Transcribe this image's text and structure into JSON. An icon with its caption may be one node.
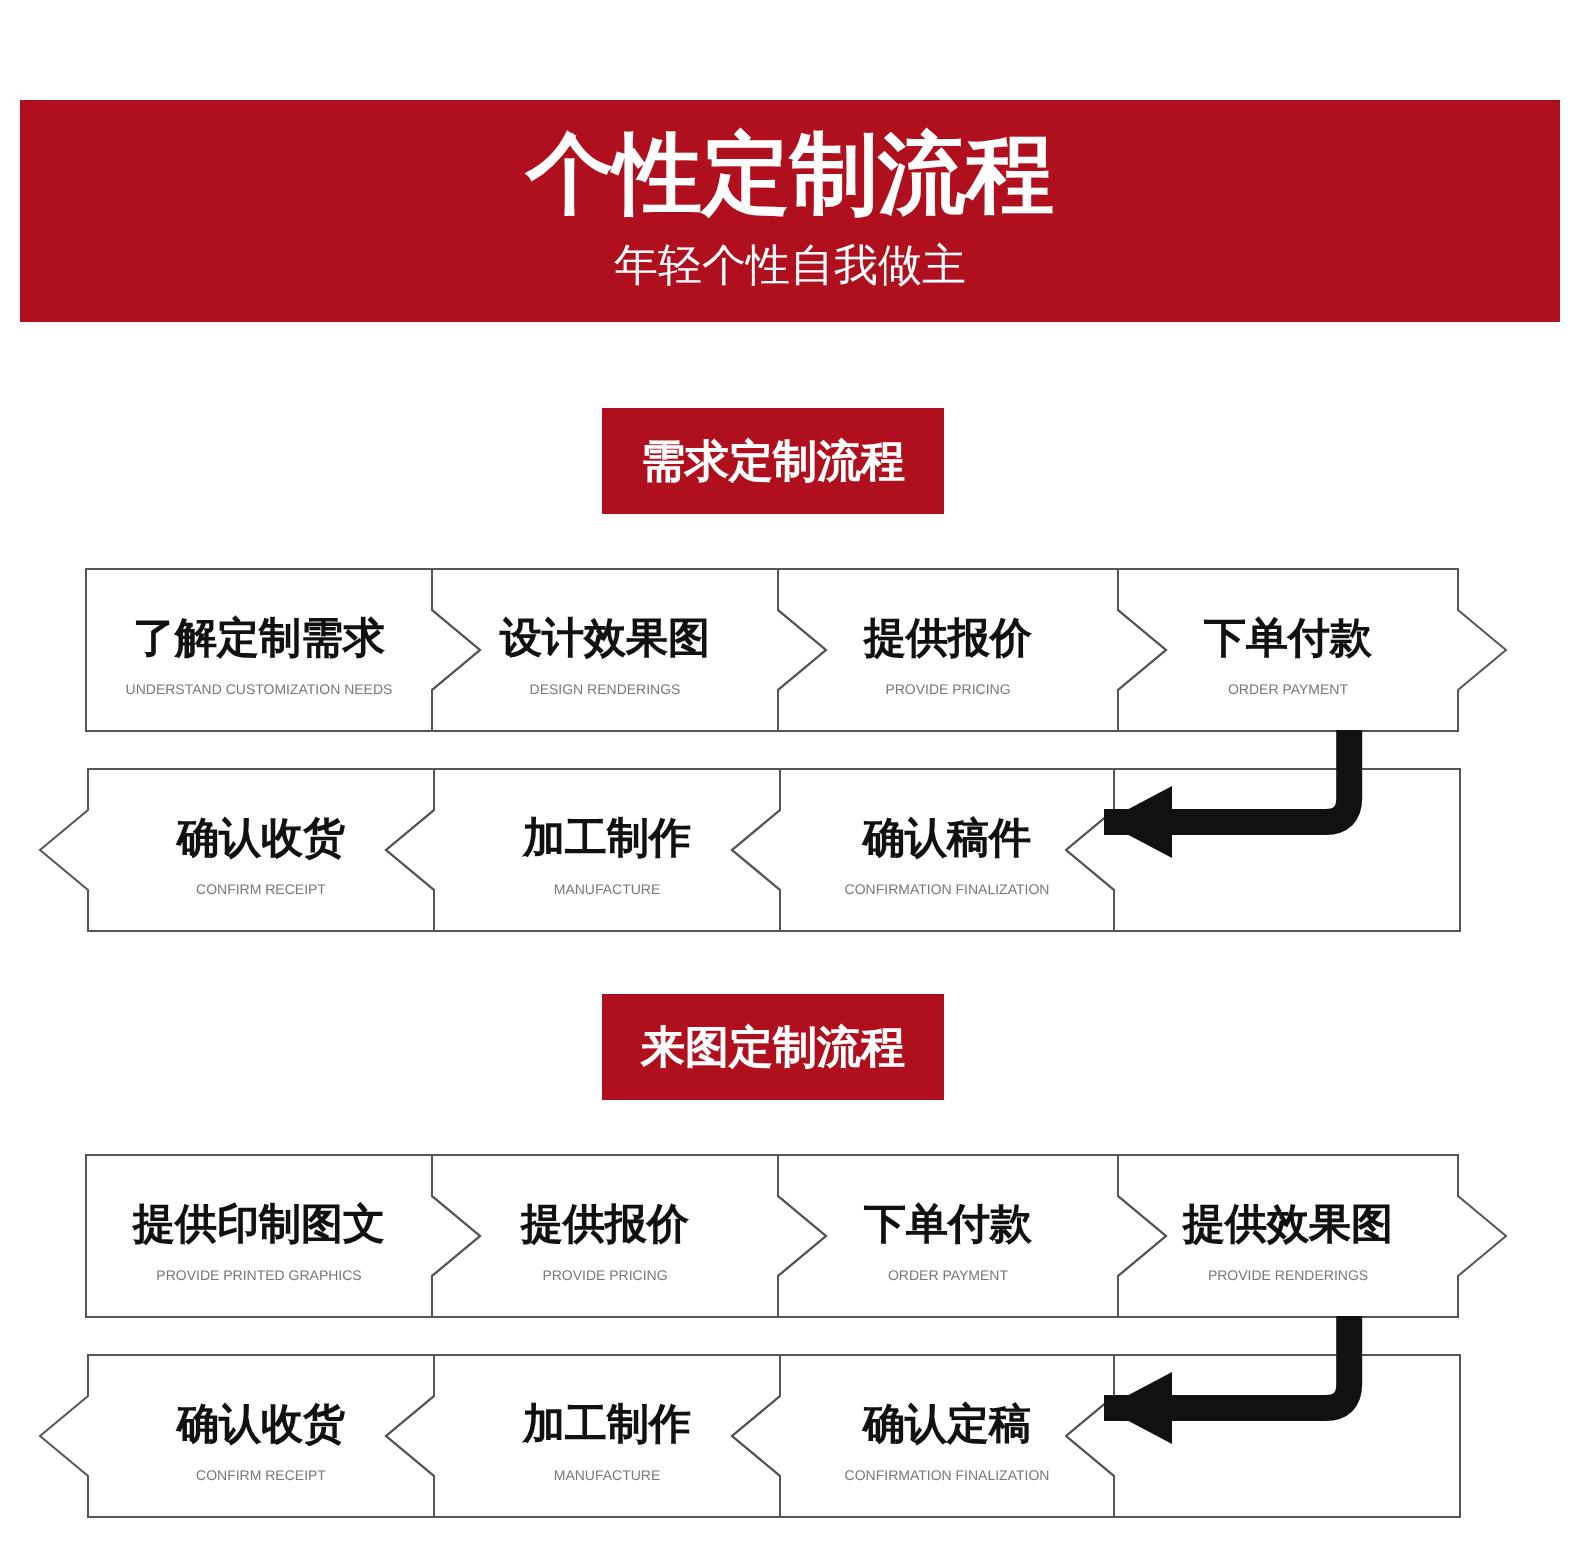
{
  "diagram": {
    "nodes": [
      {
        "text": [
          "个性定制流程",
          "年轻个性自我做主"
        ]
      },
      {
        "text": [
          "需求定制流程"
        ]
      },
      {
        "text": [
          "了解定制需求",
          "UNDERSTAND CUSTOMIZATION NEEDS"
        ]
      },
      {
        "text": [
          "设计效果图",
          "DESIGN RENDERINGS"
        ]
      },
      {
        "text": [
          "提供报价",
          "PROVIDE PRICING"
        ]
      },
      {
        "text": [
          "下单付款",
          "ORDER PAYMENT"
        ]
      },
      {
        "text": [
          "确认收货",
          "CONFIRM RECEIPT"
        ]
      },
      {
        "text": [
          "加工制作",
          "MANUFACTURE"
        ]
      },
      {
        "text": [
          "确认稿件",
          "CONFIRMATION FINALIZATION"
        ]
      },
      {
        "text": [
          "来图定制流程"
        ]
      },
      {
        "text": [
          "提供印制图文",
          "PROVIDE PRINTED GRAPHICS"
        ]
      },
      {
        "text": [
          "提供报价",
          "PROVIDE PRICING"
        ]
      },
      {
        "text": [
          "下单付款",
          "ORDER PAYMENT"
        ]
      },
      {
        "text": [
          "提供效果图",
          "PROVIDE RENDERINGS"
        ]
      },
      {
        "text": [
          "确认收货",
          "CONFIRM RECEIPT"
        ]
      },
      {
        "text": [
          "加工制作",
          "MANUFACTURE"
        ]
      },
      {
        "text": [
          "确认定稿",
          "CONFIRMATION FINALIZATION"
        ]
      }
    ],
    "edges": [
      {
        "from": 5,
        "to": 8,
        "arrow": "to"
      },
      {
        "from": 13,
        "to": 16,
        "arrow": "to"
      }
    ]
  }
}
